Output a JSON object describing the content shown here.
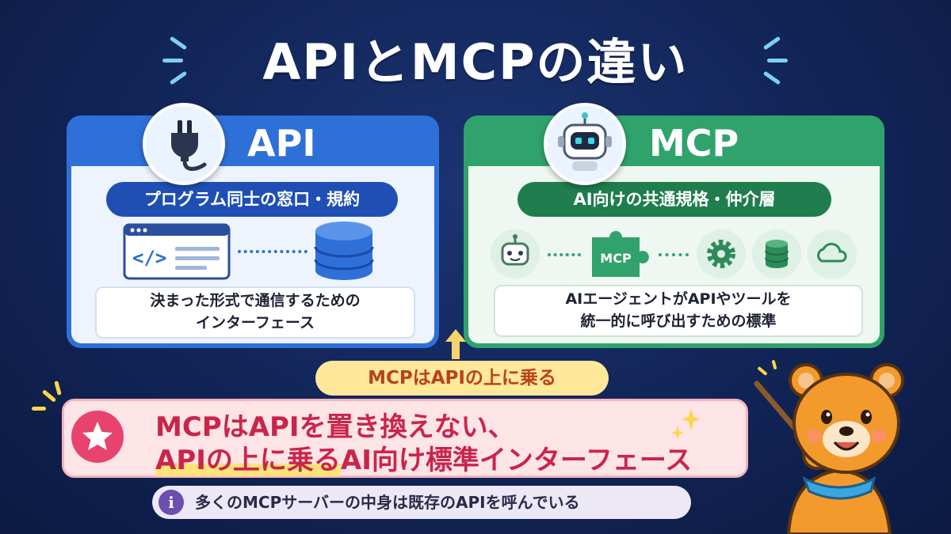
{
  "title": "APIとMCPの違い",
  "api_card": {
    "title": "API",
    "tagline": "プログラム同士の窓口・規約",
    "description": [
      "決まった形式で通信するための",
      "インターフェース"
    ]
  },
  "mcp_card": {
    "title": "MCP",
    "tagline": "AI向けの共通規格・仲介層",
    "puzzle_label": "MCP",
    "description": [
      "AIエージェントがAPIやツールを",
      "統一的に呼び出すための標準"
    ]
  },
  "relation_label": "MCPはAPIの上に乗る",
  "key_message": {
    "line1": "MCPはAPIを置き換えない、",
    "line2_highlight": "APIの上に乗る",
    "line2_rest": "AI向け標準インターフェース"
  },
  "note": {
    "icon_glyph": "i",
    "text": "多くのMCPサーバーの中身は既存のAPIを呼んでいる"
  },
  "icons": {
    "api_badge": "plug-icon",
    "mcp_badge": "robot-icon",
    "star": "star-icon",
    "info": "info-icon"
  },
  "colors": {
    "background": "#13275c",
    "api_blue": "#2f6fd8",
    "mcp_green": "#2fa36b",
    "highlight_red": "#c9254b",
    "relation_orange": "#b8431b"
  }
}
